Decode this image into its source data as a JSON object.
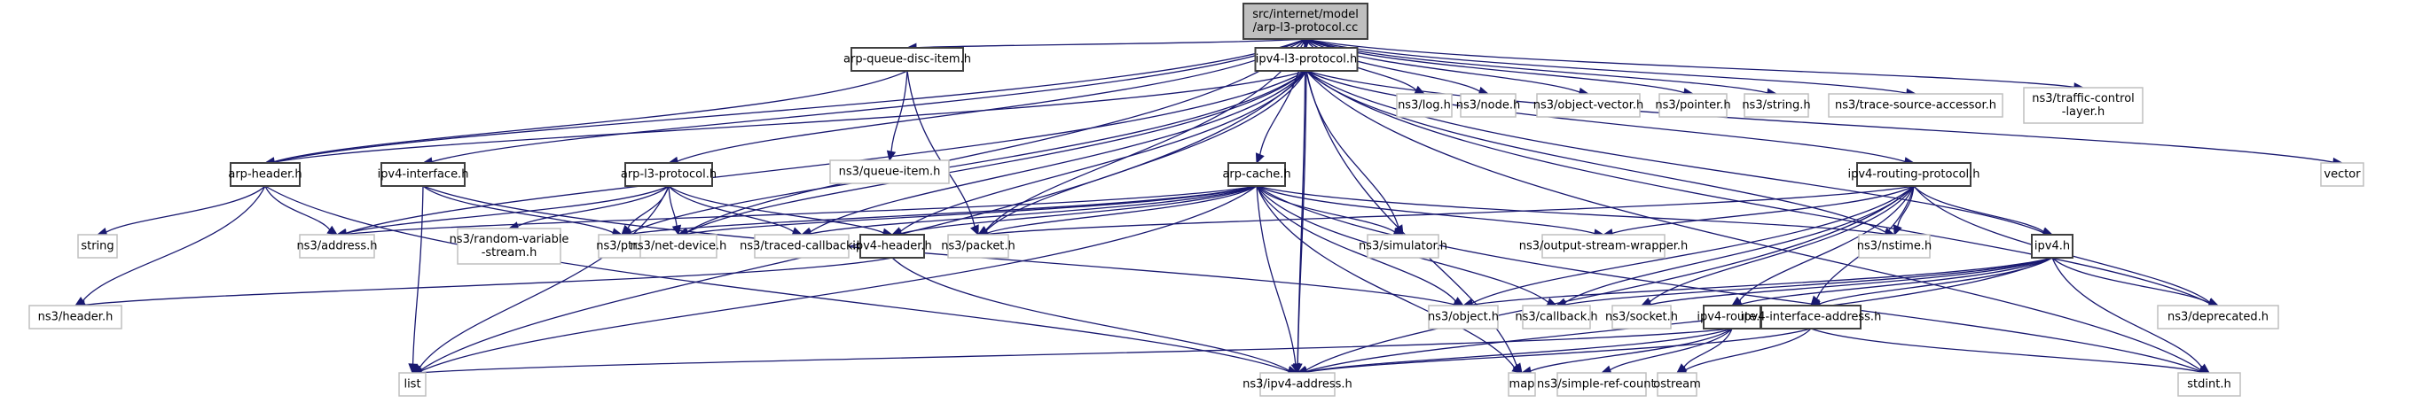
{
  "title": "src/internet/model/arp-l3-protocol.cc include dependency graph",
  "colors": {
    "edge": "#191970",
    "root_fill": "#bfbfbf",
    "internal_border": "#404040",
    "external_border": "#bfbfbf"
  },
  "nodes": [
    {
      "id": "root",
      "label": [
        "src/internet/model",
        "/arp-l3-protocol.cc"
      ],
      "kind": "root"
    },
    {
      "id": "arp-queue-disc-item",
      "label": [
        "arp-queue-disc-item.h"
      ],
      "kind": "internal"
    },
    {
      "id": "ipv4-l3-protocol",
      "label": [
        "ipv4-l3-protocol.h"
      ],
      "kind": "internal"
    },
    {
      "id": "log",
      "label": [
        "ns3/log.h"
      ],
      "kind": "external"
    },
    {
      "id": "node",
      "label": [
        "ns3/node.h"
      ],
      "kind": "external"
    },
    {
      "id": "object-vector",
      "label": [
        "ns3/object-vector.h"
      ],
      "kind": "external"
    },
    {
      "id": "pointer",
      "label": [
        "ns3/pointer.h"
      ],
      "kind": "external"
    },
    {
      "id": "string-h",
      "label": [
        "ns3/string.h"
      ],
      "kind": "external"
    },
    {
      "id": "trace-source-accessor",
      "label": [
        "ns3/trace-source-accessor.h"
      ],
      "kind": "external"
    },
    {
      "id": "traffic-control-layer",
      "label": [
        "ns3/traffic-control",
        "-layer.h"
      ],
      "kind": "external"
    },
    {
      "id": "queue-item",
      "label": [
        "ns3/queue-item.h"
      ],
      "kind": "external"
    },
    {
      "id": "arp-header",
      "label": [
        "arp-header.h"
      ],
      "kind": "internal"
    },
    {
      "id": "ipv4-interface",
      "label": [
        "ipv4-interface.h"
      ],
      "kind": "internal"
    },
    {
      "id": "arp-l3-protocol",
      "label": [
        "arp-l3-protocol.h"
      ],
      "kind": "internal"
    },
    {
      "id": "arp-cache",
      "label": [
        "arp-cache.h"
      ],
      "kind": "internal"
    },
    {
      "id": "ipv4-routing-protocol",
      "label": [
        "ipv4-routing-protocol.h"
      ],
      "kind": "internal"
    },
    {
      "id": "vector",
      "label": [
        "vector"
      ],
      "kind": "external"
    },
    {
      "id": "string",
      "label": [
        "string"
      ],
      "kind": "external"
    },
    {
      "id": "address",
      "label": [
        "ns3/address.h"
      ],
      "kind": "external"
    },
    {
      "id": "random-variable-stream",
      "label": [
        "ns3/random-variable",
        "-stream.h"
      ],
      "kind": "external"
    },
    {
      "id": "ptr",
      "label": [
        "ns3/ptr.h"
      ],
      "kind": "external"
    },
    {
      "id": "net-device",
      "label": [
        "ns3/net-device.h"
      ],
      "kind": "external"
    },
    {
      "id": "traced-callback",
      "label": [
        "ns3/traced-callback.h"
      ],
      "kind": "external"
    },
    {
      "id": "ipv4-header",
      "label": [
        "ipv4-header.h"
      ],
      "kind": "internal"
    },
    {
      "id": "packet",
      "label": [
        "ns3/packet.h"
      ],
      "kind": "external"
    },
    {
      "id": "simulator",
      "label": [
        "ns3/simulator.h"
      ],
      "kind": "external"
    },
    {
      "id": "output-stream-wrapper",
      "label": [
        "ns3/output-stream-wrapper.h"
      ],
      "kind": "external"
    },
    {
      "id": "nstime",
      "label": [
        "ns3/nstime.h"
      ],
      "kind": "external"
    },
    {
      "id": "ipv4",
      "label": [
        "ipv4.h"
      ],
      "kind": "internal"
    },
    {
      "id": "header",
      "label": [
        "ns3/header.h"
      ],
      "kind": "external"
    },
    {
      "id": "object",
      "label": [
        "ns3/object.h"
      ],
      "kind": "external"
    },
    {
      "id": "callback",
      "label": [
        "ns3/callback.h"
      ],
      "kind": "external"
    },
    {
      "id": "socket",
      "label": [
        "ns3/socket.h"
      ],
      "kind": "external"
    },
    {
      "id": "ipv4-route",
      "label": [
        "ipv4-route.h"
      ],
      "kind": "internal"
    },
    {
      "id": "ipv4-interface-address",
      "label": [
        "ipv4-interface-address.h"
      ],
      "kind": "internal"
    },
    {
      "id": "deprecated",
      "label": [
        "ns3/deprecated.h"
      ],
      "kind": "external"
    },
    {
      "id": "list",
      "label": [
        "list"
      ],
      "kind": "external"
    },
    {
      "id": "ipv4-address",
      "label": [
        "ns3/ipv4-address.h"
      ],
      "kind": "external"
    },
    {
      "id": "map",
      "label": [
        "map"
      ],
      "kind": "external"
    },
    {
      "id": "simple-ref-count",
      "label": [
        "ns3/simple-ref-count.h"
      ],
      "kind": "external"
    },
    {
      "id": "ostream",
      "label": [
        "ostream"
      ],
      "kind": "external"
    },
    {
      "id": "stdint",
      "label": [
        "stdint.h"
      ],
      "kind": "external"
    }
  ],
  "edges": [
    [
      "root",
      "arp-queue-disc-item"
    ],
    [
      "root",
      "ipv4-l3-protocol"
    ],
    [
      "root",
      "log"
    ],
    [
      "root",
      "node"
    ],
    [
      "root",
      "object-vector"
    ],
    [
      "root",
      "pointer"
    ],
    [
      "root",
      "string-h"
    ],
    [
      "root",
      "trace-source-accessor"
    ],
    [
      "root",
      "traffic-control-layer"
    ],
    [
      "root",
      "arp-header"
    ],
    [
      "root",
      "ipv4-interface"
    ],
    [
      "root",
      "arp-l3-protocol"
    ],
    [
      "root",
      "arp-cache"
    ],
    [
      "root",
      "net-device"
    ],
    [
      "root",
      "packet"
    ],
    [
      "root",
      "ipv4-address"
    ],
    [
      "arp-queue-disc-item",
      "queue-item"
    ],
    [
      "arp-queue-disc-item",
      "arp-header"
    ],
    [
      "arp-queue-disc-item",
      "packet"
    ],
    [
      "arp-header",
      "string"
    ],
    [
      "arp-header",
      "address"
    ],
    [
      "arp-header",
      "header"
    ],
    [
      "arp-header",
      "ipv4-address"
    ],
    [
      "ipv4-interface",
      "ptr"
    ],
    [
      "ipv4-interface",
      "list"
    ],
    [
      "ipv4-interface",
      "object"
    ],
    [
      "arp-l3-protocol",
      "list"
    ],
    [
      "arp-l3-protocol",
      "address"
    ],
    [
      "arp-l3-protocol",
      "random-variable-stream"
    ],
    [
      "arp-l3-protocol",
      "ptr"
    ],
    [
      "arp-l3-protocol",
      "net-device"
    ],
    [
      "arp-l3-protocol",
      "traced-callback"
    ],
    [
      "arp-l3-protocol",
      "ipv4-header"
    ],
    [
      "ipv4-l3-protocol",
      "list"
    ],
    [
      "ipv4-l3-protocol",
      "arp-header"
    ],
    [
      "ipv4-l3-protocol",
      "address"
    ],
    [
      "ipv4-l3-protocol",
      "ptr"
    ],
    [
      "ipv4-l3-protocol",
      "net-device"
    ],
    [
      "ipv4-l3-protocol",
      "traced-callback"
    ],
    [
      "ipv4-l3-protocol",
      "ipv4-header"
    ],
    [
      "ipv4-l3-protocol",
      "packet"
    ],
    [
      "ipv4-l3-protocol",
      "simulator"
    ],
    [
      "ipv4-l3-protocol",
      "ipv4-routing-protocol"
    ],
    [
      "ipv4-l3-protocol",
      "nstime"
    ],
    [
      "ipv4-l3-protocol",
      "vector"
    ],
    [
      "ipv4-l3-protocol",
      "ipv4"
    ],
    [
      "ipv4-l3-protocol",
      "deprecated"
    ],
    [
      "ipv4-l3-protocol",
      "stdint"
    ],
    [
      "ipv4-l3-protocol",
      "ipv4-address"
    ],
    [
      "ipv4-l3-protocol",
      "map"
    ],
    [
      "arp-cache",
      "address"
    ],
    [
      "arp-cache",
      "ptr"
    ],
    [
      "arp-cache",
      "net-device"
    ],
    [
      "arp-cache",
      "traced-callback"
    ],
    [
      "arp-cache",
      "ipv4-header"
    ],
    [
      "arp-cache",
      "packet"
    ],
    [
      "arp-cache",
      "simulator"
    ],
    [
      "arp-cache",
      "output-stream-wrapper"
    ],
    [
      "arp-cache",
      "nstime"
    ],
    [
      "arp-cache",
      "object"
    ],
    [
      "arp-cache",
      "callback"
    ],
    [
      "arp-cache",
      "list"
    ],
    [
      "arp-cache",
      "ipv4-address"
    ],
    [
      "arp-cache",
      "map"
    ],
    [
      "arp-cache",
      "stdint"
    ],
    [
      "ipv4-routing-protocol",
      "packet"
    ],
    [
      "ipv4-routing-protocol",
      "output-stream-wrapper"
    ],
    [
      "ipv4-routing-protocol",
      "nstime"
    ],
    [
      "ipv4-routing-protocol",
      "ipv4"
    ],
    [
      "ipv4-routing-protocol",
      "object"
    ],
    [
      "ipv4-routing-protocol",
      "callback"
    ],
    [
      "ipv4-routing-protocol",
      "socket"
    ],
    [
      "ipv4-routing-protocol",
      "ipv4-route"
    ],
    [
      "ipv4-routing-protocol",
      "ipv4-interface-address"
    ],
    [
      "ipv4-routing-protocol",
      "ipv4-address"
    ],
    [
      "ipv4-routing-protocol",
      "deprecated"
    ],
    [
      "ipv4-header",
      "header"
    ],
    [
      "ipv4-header",
      "ipv4-address"
    ],
    [
      "ipv4",
      "object"
    ],
    [
      "ipv4",
      "callback"
    ],
    [
      "ipv4",
      "socket"
    ],
    [
      "ipv4",
      "ipv4-route"
    ],
    [
      "ipv4",
      "ipv4-interface-address"
    ],
    [
      "ipv4",
      "deprecated"
    ],
    [
      "ipv4",
      "stdint"
    ],
    [
      "ipv4",
      "ipv4-address"
    ],
    [
      "ipv4-route",
      "list"
    ],
    [
      "ipv4-route",
      "map"
    ],
    [
      "ipv4-route",
      "simple-ref-count"
    ],
    [
      "ipv4-route",
      "ostream"
    ],
    [
      "ipv4-route",
      "ipv4-address"
    ],
    [
      "ipv4-interface-address",
      "ostream"
    ],
    [
      "ipv4-interface-address",
      "stdint"
    ],
    [
      "ipv4-interface-address",
      "ipv4-address"
    ]
  ]
}
